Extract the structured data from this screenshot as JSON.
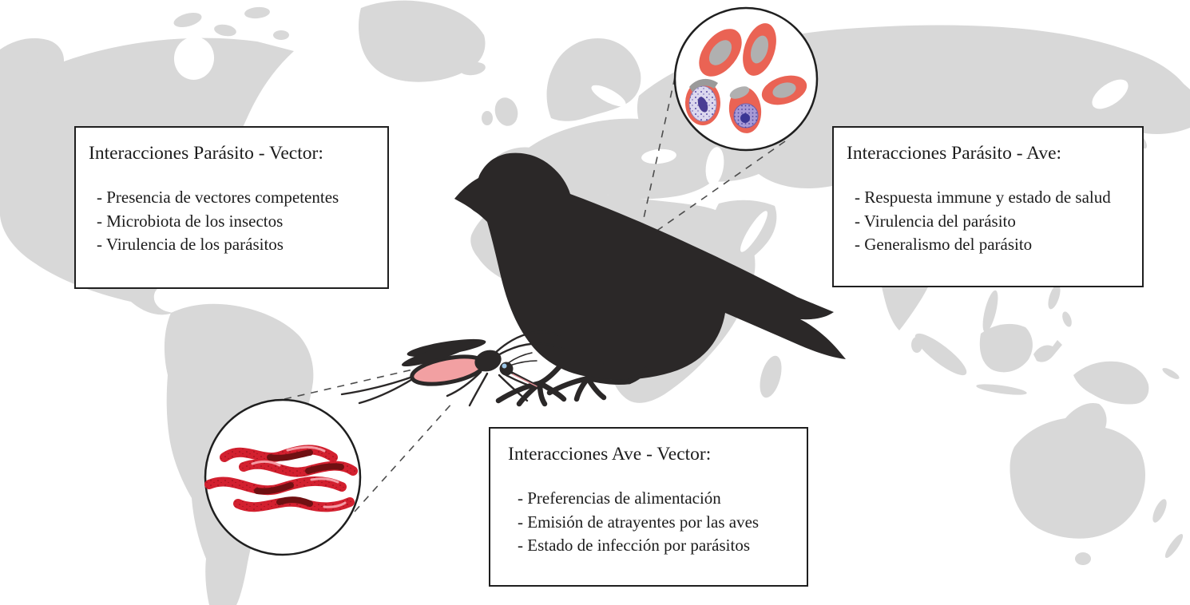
{
  "boxes": {
    "parasite_vector": {
      "title": "Interacciones Parásito - Vector:",
      "items": [
        "- Presencia de vectores competentes",
        "- Microbiota de los insectos",
        "- Virulencia de los parásitos"
      ]
    },
    "parasite_bird": {
      "title": "Interacciones Parásito - Ave:",
      "items": [
        "- Respuesta immune y estado de salud",
        "- Virulencia del parásito",
        "- Generalismo del parásito"
      ]
    },
    "bird_vector": {
      "title": "Interacciones Ave - Vector:",
      "items": [
        "- Preferencias de alimentación",
        "- Emisión de atrayentes por las aves",
        "- Estado de infección por parásitos"
      ]
    }
  },
  "colors": {
    "map_gray": "#d8d8d8",
    "silhouette_dark": "#2b2828",
    "blood_cell_red": "#ea6354",
    "cell_nucleus_gray": "#b0b0b0",
    "infected_cell_lavender": "#dcd8ee",
    "parasite_purple": "#9a8ed0",
    "parasite_dark_purple": "#3a3694",
    "worm_red": "#d3202f",
    "worm_dark_red": "#701012",
    "mosquito_abdomen_pink": "#f2a0a2",
    "outline_black": "#1f1f1f"
  }
}
